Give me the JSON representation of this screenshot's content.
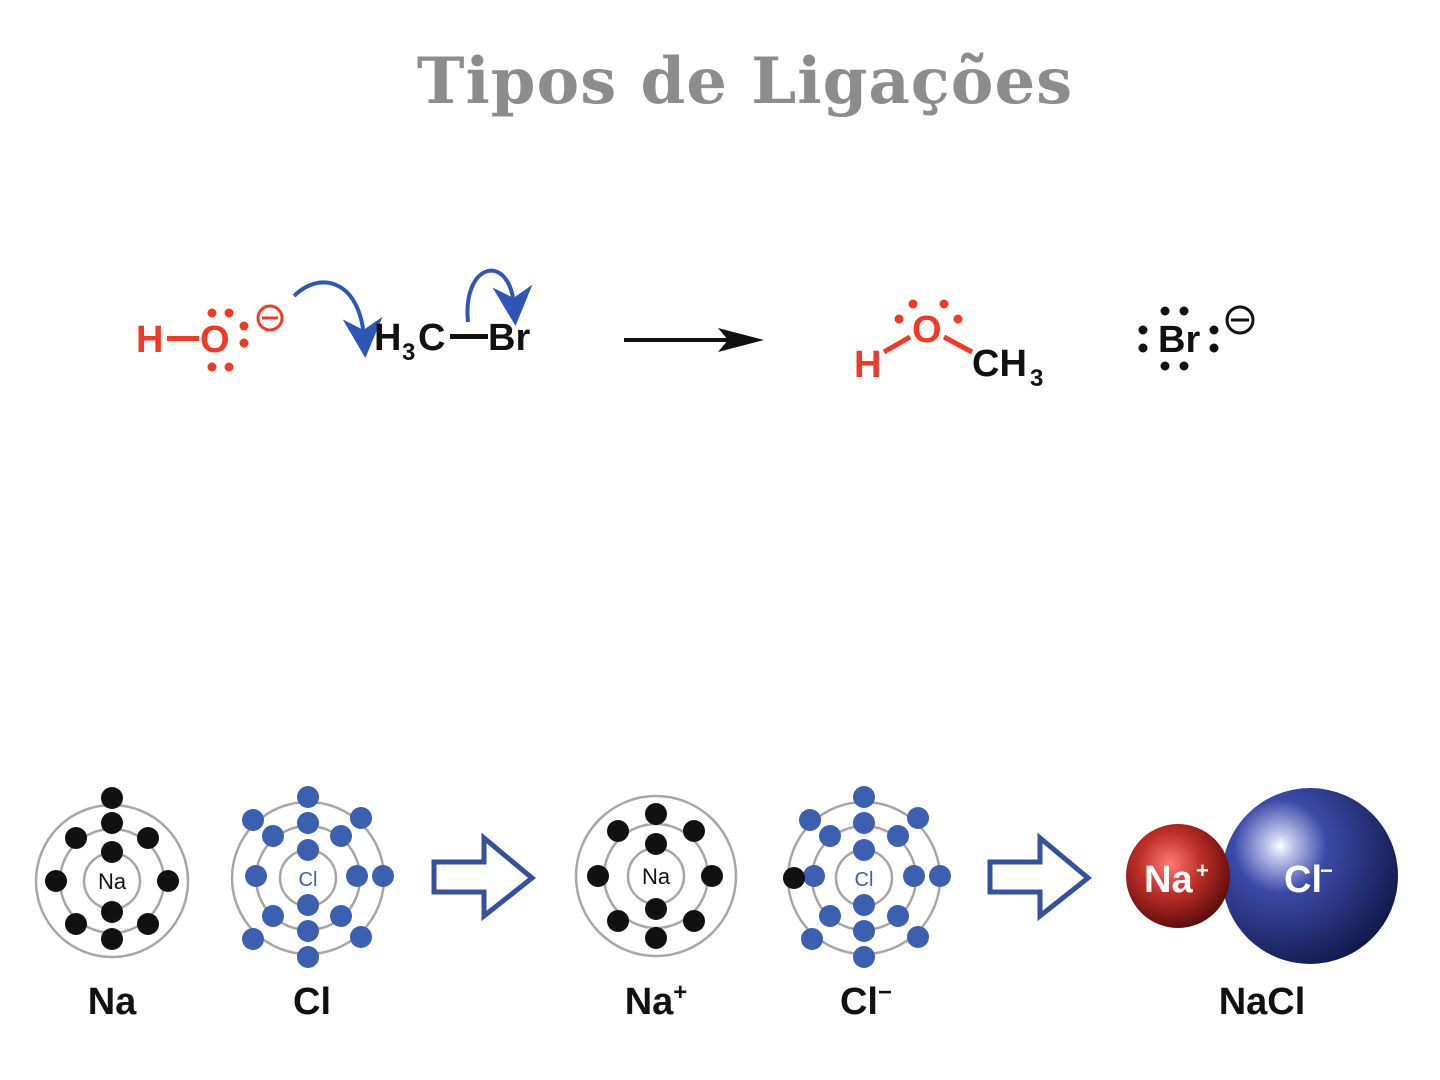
{
  "title": "Tipos de Ligações",
  "colors": {
    "title": "#8c8c8c",
    "reactant_red": "#f03a28",
    "arrow_blue": "#2f55b5",
    "black": "#111111",
    "shell": "#a6a6a6",
    "cl_blue": "#3c5fb0",
    "na_sphere": "#b3221f",
    "cl_sphere": "#1f2d80"
  },
  "reaction": {
    "h": "H",
    "o": "O",
    "c": "C",
    "h3": "H",
    "sub3": "3",
    "br": "Br",
    "product_h": "H",
    "product_o": "O",
    "product_ch": "CH",
    "product_sub3": "3",
    "br_ion": "Br",
    "charge_symbol": "⊖"
  },
  "ionic": {
    "atoms": [
      {
        "label": "Na",
        "caption": "Na",
        "caption_sup": ""
      },
      {
        "label": "Cl",
        "caption": "Cl",
        "caption_sup": ""
      },
      {
        "label": "Na",
        "caption": "Na",
        "caption_sup": "+"
      },
      {
        "label": "Cl",
        "caption": "Cl",
        "caption_sup": "−"
      }
    ],
    "spheres": {
      "na_label": "Na",
      "na_sup": "+",
      "cl_label": "Cl",
      "cl_sup": "−",
      "caption": "NaCl"
    }
  }
}
